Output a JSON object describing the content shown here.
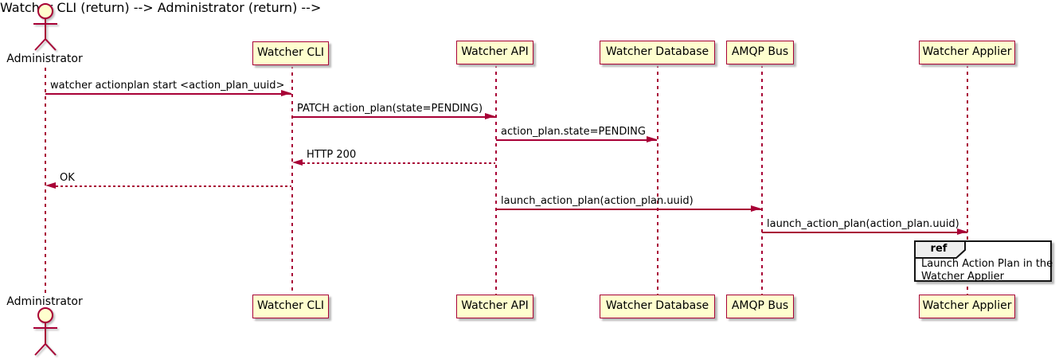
{
  "diagram_type": "uml-sequence",
  "colors": {
    "stroke": "#A80036",
    "participant_fill": "#FEFECE",
    "text": "#000000",
    "ref_border": "#151515",
    "ref_header_fill": "#EEEEEE",
    "shadow": "#B9B9B9",
    "background": "#FFFFFF"
  },
  "actor": {
    "name": "Administrator"
  },
  "participants": [
    {
      "label": "Watcher CLI"
    },
    {
      "label": "Watcher API"
    },
    {
      "label": "Watcher Database"
    },
    {
      "label": "AMQP Bus"
    },
    {
      "label": "Watcher Applier"
    }
  ],
  "messages": [
    {
      "text": "watcher actionplan start <action_plan_uuid>",
      "from": "Administrator",
      "to": "Watcher CLI",
      "style": "solid"
    },
    {
      "text": "PATCH action_plan(state=PENDING)",
      "from": "Watcher CLI",
      "to": "Watcher API",
      "style": "solid"
    },
    {
      "text": "action_plan.state=PENDING",
      "from": "Watcher API",
      "to": "Watcher Database",
      "style": "solid"
    },
    {
      "text": "HTTP 200",
      "from": "Watcher API",
      "to": "Watcher CLI",
      "style": "dashed"
    },
    {
      "text": "OK",
      "from": "Watcher CLI",
      "to": "Administrator",
      "style": "dashed"
    },
    {
      "text": "launch_action_plan(action_plan.uuid)",
      "from": "Watcher API",
      "to": "AMQP Bus",
      "style": "solid"
    },
    {
      "text": "launch_action_plan(action_plan.uuid)",
      "from": "AMQP Bus",
      "to": "Watcher Applier",
      "style": "solid"
    }
  ],
  "ref": {
    "keyword": "ref",
    "line1": "Launch Action Plan in the",
    "line2": "Watcher Applier",
    "over": "Watcher Applier"
  }
}
